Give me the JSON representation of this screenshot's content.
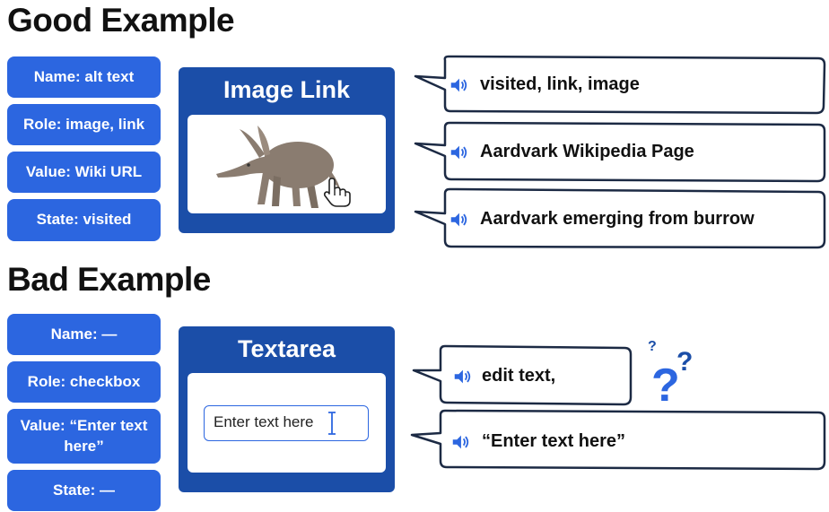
{
  "good": {
    "heading": "Good Example",
    "properties": [
      "Name: alt text",
      "Role: image, link",
      "Value: Wiki URL",
      "State: visited"
    ],
    "panel_title": "Image Link",
    "announcements": [
      "visited, link, image",
      "Aardvark Wikipedia Page",
      "Aardvark emerging from burrow"
    ]
  },
  "bad": {
    "heading": "Bad Example",
    "properties": [
      "Name: —",
      "Role: checkbox",
      "Value: “Enter text here”",
      "State: —"
    ],
    "panel_title": "Textarea",
    "textarea_value": "Enter text here",
    "announcements": [
      "edit text,",
      "“Enter text here”"
    ]
  },
  "icons": {
    "speaker": "speaker-icon",
    "image": "aardvark-image",
    "pointer": "hand-pointer-icon",
    "cursor": "text-cursor-icon",
    "confusion": "question-marks-icon"
  },
  "colors": {
    "pill": "#2c66e0",
    "panel": "#1b4ea8",
    "speaker": "#2c66e0",
    "question": "#2c66e0",
    "bubble_border": "#1c2a44"
  }
}
